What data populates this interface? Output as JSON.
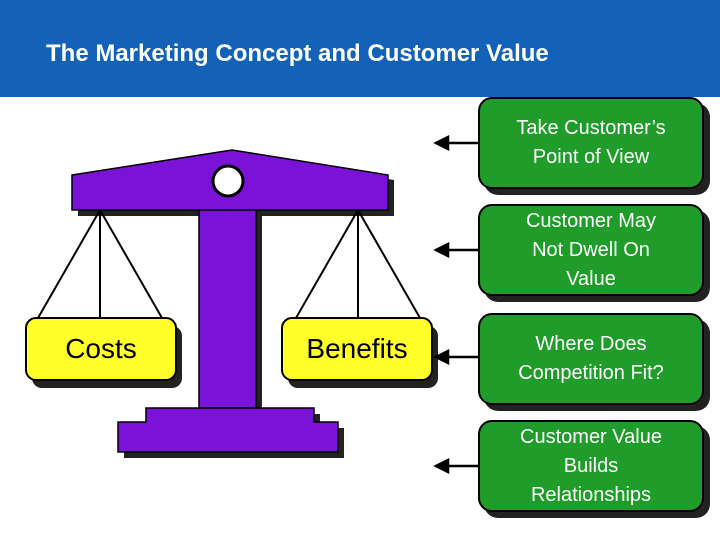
{
  "title": "The Marketing Concept and Customer Value",
  "scale": {
    "left_pan": "Costs",
    "right_pan": "Benefits"
  },
  "boxes": [
    "Take Customer’s\nPoint of View",
    "Customer May\nNot Dwell On\nValue",
    "Where Does\nCompetition Fit?",
    "Customer Value\nBuilds\nRelationships"
  ],
  "colors": {
    "header": "#1462b8",
    "scale": "#7a12d8",
    "pan": "#ffff2a",
    "box": "#1f9c2a"
  }
}
